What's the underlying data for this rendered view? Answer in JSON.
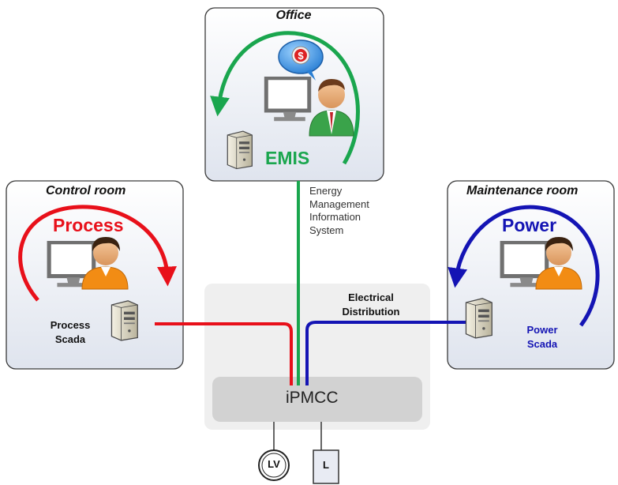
{
  "office": {
    "title": "Office",
    "system_label": "EMIS",
    "system_description": [
      "Energy",
      "Management",
      "Information",
      "System"
    ],
    "accent_color": "#1aa64e"
  },
  "control_room": {
    "title": "Control room",
    "system_label": "Process",
    "scada_label": [
      "Process",
      "Scada"
    ],
    "accent_color": "#e8101a"
  },
  "maintenance_room": {
    "title": "Maintenance room",
    "system_label": "Power",
    "scada_label": [
      "Power",
      "Scada"
    ],
    "accent_color": "#1414b4"
  },
  "electrical_distribution": {
    "title": [
      "Electrical",
      "Distribution"
    ],
    "ipmcc_label": "iPMCC"
  },
  "loads": {
    "lv_label": "LV",
    "l_label": "L"
  },
  "icons": [
    "computer-monitor-icon",
    "server-tower-icon",
    "person-icon",
    "dollar-speech-bubble-icon"
  ]
}
